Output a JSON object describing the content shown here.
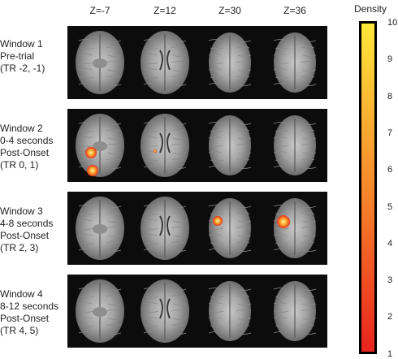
{
  "columns": [
    "Z=-7",
    "Z=12",
    "Z=30",
    "Z=36"
  ],
  "rows": [
    {
      "label": "Window 1\nPre-trial\n(TR -2, -1)"
    },
    {
      "label": "Window 2\n0-4 seconds\nPost-Onset\n(TR 0, 1)"
    },
    {
      "label": "Window 3\n4-8 seconds\nPost-Onset\n(TR 2, 3)"
    },
    {
      "label": "Window 4\n8-12 seconds\nPost-Onset\n(TR 4, 5)"
    }
  ],
  "colorbar": {
    "title": "Density",
    "ticks": [
      "10",
      "9",
      "8",
      "7",
      "6",
      "5",
      "4",
      "3",
      "2",
      "1"
    ],
    "colors": [
      "#e8231e",
      "#fde83a"
    ]
  }
}
